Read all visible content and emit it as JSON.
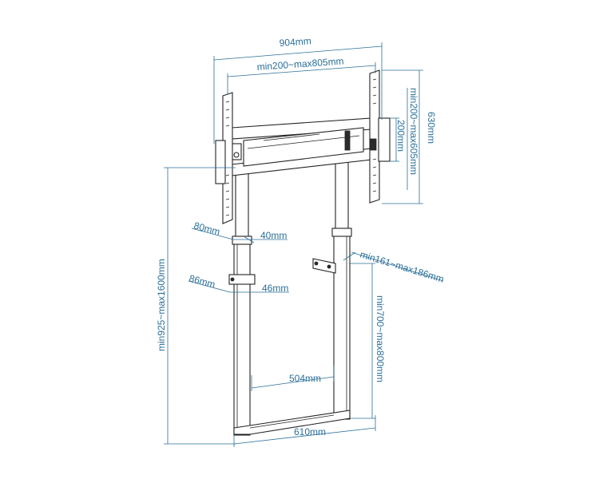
{
  "diagram": {
    "colors": {
      "dimension": "#2a6f99",
      "outline": "#222222"
    },
    "labels": {
      "overall_width": "904mm",
      "vesa_width": "min200~max805mm",
      "overall_height": "630mm",
      "vesa_height": "min200~max605mm",
      "bracket_height": "200mm",
      "upright_width": "80mm",
      "upright_depth": "40mm",
      "lower_width": "86mm",
      "lower_depth": "46mm",
      "wall_offset": "min161~max186mm",
      "total_height": "min925~max1600mm",
      "lower_section_height": "min700~max800mm",
      "inner_width": "504mm",
      "base_width": "610mm"
    }
  }
}
